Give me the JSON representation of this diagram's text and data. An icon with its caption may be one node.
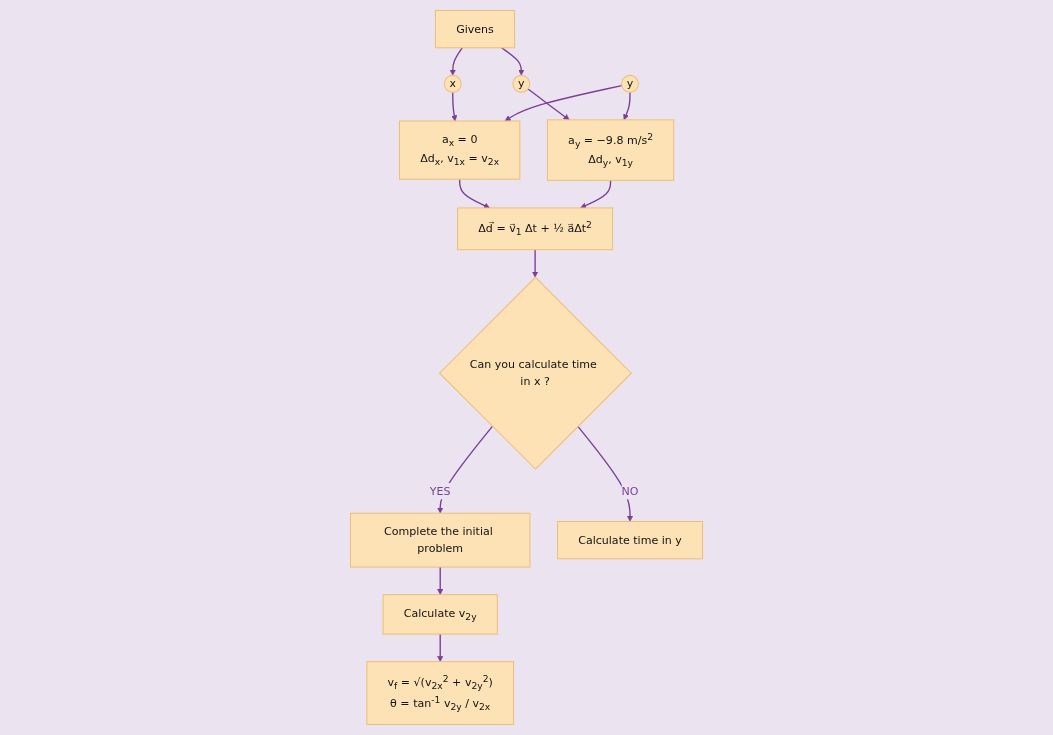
{
  "diagram": {
    "nodes": [
      {
        "text": [
          "Givens"
        ]
      },
      {
        "text": [
          "x"
        ]
      },
      {
        "text": [
          "y"
        ]
      },
      {
        "text": [
          "a$_{x}$ = 0",
          "Δd$_{x}$, v$_{1x}$ = v$_{2x}$"
        ]
      },
      {
        "text": [
          "y"
        ]
      },
      {
        "text": [
          "a$_{y}$ = −9.8 m/s$^{2}$",
          "Δd$_{y}$, v$_{1y}$"
        ]
      },
      {
        "text": [
          "Δd⃗ = v⃗$_{1}$ Δt + ½ a⃗Δt$^{2}$"
        ]
      },
      {
        "text": [
          "Can you calculate time in x ?"
        ]
      },
      {
        "text": [
          "Complete the initial problem"
        ]
      },
      {
        "text": [
          "Calculate v$_{2y}$"
        ]
      },
      {
        "text": [
          "v$_{f}$ = √(v$_{2x}$$^{2}$ + v$_{2y}$$^{2}$)",
          "θ = tan$^{-1}$ v$_{2y}$ / v$_{2x}$"
        ]
      },
      {
        "text": [
          "Calculate time in y"
        ]
      }
    ],
    "edges": [
      {
        "from": 0,
        "to": 1,
        "arrow": "to"
      },
      {
        "from": 0,
        "to": 2,
        "arrow": "to"
      },
      {
        "from": 1,
        "to": 3,
        "arrow": "to"
      },
      {
        "from": 2,
        "to": 5,
        "arrow": "to"
      },
      {
        "from": 4,
        "to": 3,
        "arrow": "to"
      },
      {
        "from": 4,
        "to": 5,
        "arrow": "to"
      },
      {
        "from": 3,
        "to": 6,
        "arrow": "to"
      },
      {
        "from": 5,
        "to": 6,
        "arrow": "to"
      },
      {
        "from": 6,
        "to": 7,
        "arrow": "to"
      },
      {
        "from": 7,
        "to": 8,
        "arrow": "to",
        "label": "YES"
      },
      {
        "from": 8,
        "to": 9,
        "arrow": "to"
      },
      {
        "from": 9,
        "to": 10,
        "arrow": "to"
      },
      {
        "from": 7,
        "to": 11,
        "arrow": "to",
        "label": "NO"
      }
    ]
  }
}
